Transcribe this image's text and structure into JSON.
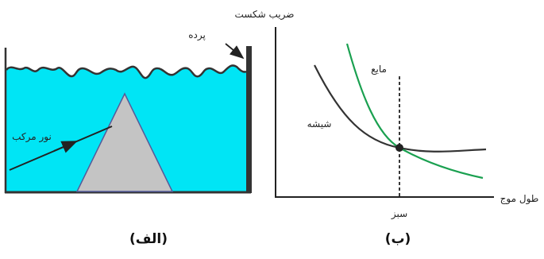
{
  "panel_a": {
    "caption": "(الف)",
    "screen_label": "پرده",
    "light_label": "نور مرکب",
    "colors": {
      "liquid": "#00e5f5",
      "prism": "#c4c4c4",
      "prism_edge": "#555a99",
      "wall": "#333333"
    }
  },
  "panel_b": {
    "caption": "(ب)",
    "y_axis_label": "ضریب شکست",
    "x_axis_label": "طول موج",
    "tick_label": "سبز",
    "colors": {
      "glass": "#333333",
      "liquid": "#1aa050",
      "axes": "#222222"
    }
  },
  "chart_data": {
    "type": "line",
    "title": "",
    "xlabel": "طول موج",
    "ylabel": "ضریب شکست",
    "x_ticks": [
      "سبز"
    ],
    "series": [
      {
        "name": "شیشه",
        "trend": "decreasing, flattening"
      },
      {
        "name": "مایع",
        "trend": "decreasing, steeper"
      }
    ],
    "annotations": [
      "curves intersect at the green wavelength"
    ]
  }
}
